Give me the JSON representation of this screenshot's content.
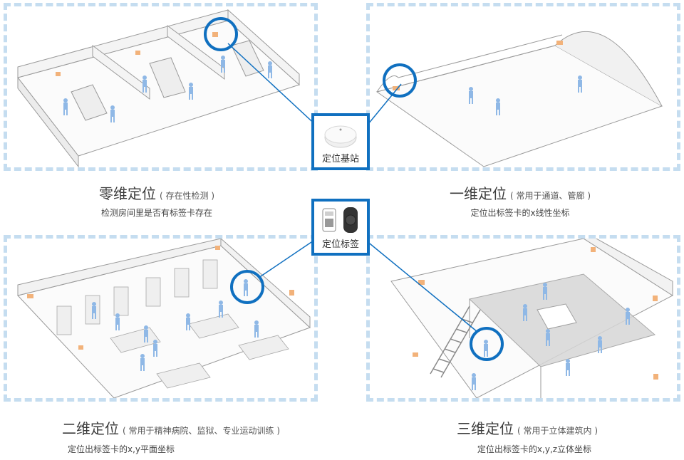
{
  "station": {
    "label": "定位基站"
  },
  "tag": {
    "label": "定位标签"
  },
  "panels": {
    "zero_d": {
      "title": "零维定位",
      "paren": "( 存在性检测 )",
      "subtitle": "检测房间里是否有标签卡存在"
    },
    "one_d": {
      "title": "一维定位",
      "paren": "( 常用于通道、管廊 )",
      "subtitle": "定位出标签卡的x线性坐标"
    },
    "two_d": {
      "title": "二维定位",
      "paren": "( 常用于精神病院、监狱、专业运动训练 )",
      "subtitle": "定位出标签卡的x,y平面坐标"
    },
    "three_d": {
      "title": "三维定位",
      "paren": "( 常用于立体建筑内 )",
      "subtitle": "定位出标签卡的x,y,z立体坐标"
    }
  },
  "colors": {
    "accent": "#1070c0",
    "dashed_border": "#c5ddf0",
    "person": "#8fb8e6",
    "device": "#f2b27a",
    "wall": "#f3f3f3"
  }
}
